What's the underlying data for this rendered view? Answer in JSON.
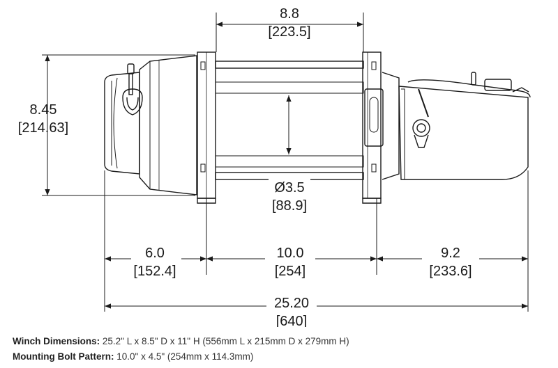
{
  "dimensions": {
    "drum_length": {
      "in": "8.8",
      "mm": "[223.5]"
    },
    "height": {
      "in": "8.45",
      "mm": "[214.63]"
    },
    "drum_diameter": {
      "in": "Ø3.5",
      "mm": "[88.9]"
    },
    "motor_length": {
      "in": "6.0",
      "mm": "[152.4]"
    },
    "bolt_spacing": {
      "in": "10.0",
      "mm": "[254]"
    },
    "gear_housing_length": {
      "in": "9.2",
      "mm": "[233.6]"
    },
    "overall_length": {
      "in": "25.20",
      "mm": "[640]"
    }
  },
  "specs": [
    {
      "label": "Winch Dimensions:",
      "value": "25.2\" L x 8.5\" D x 11\" H (556mm L x 215mm D x 279mm H)"
    },
    {
      "label": "Mounting Bolt Pattern:",
      "value": "10.0\" x 4.5\" (254mm x 114.3mm)"
    }
  ],
  "colors": {
    "line": "#1a1a1a",
    "background": "#ffffff"
  }
}
